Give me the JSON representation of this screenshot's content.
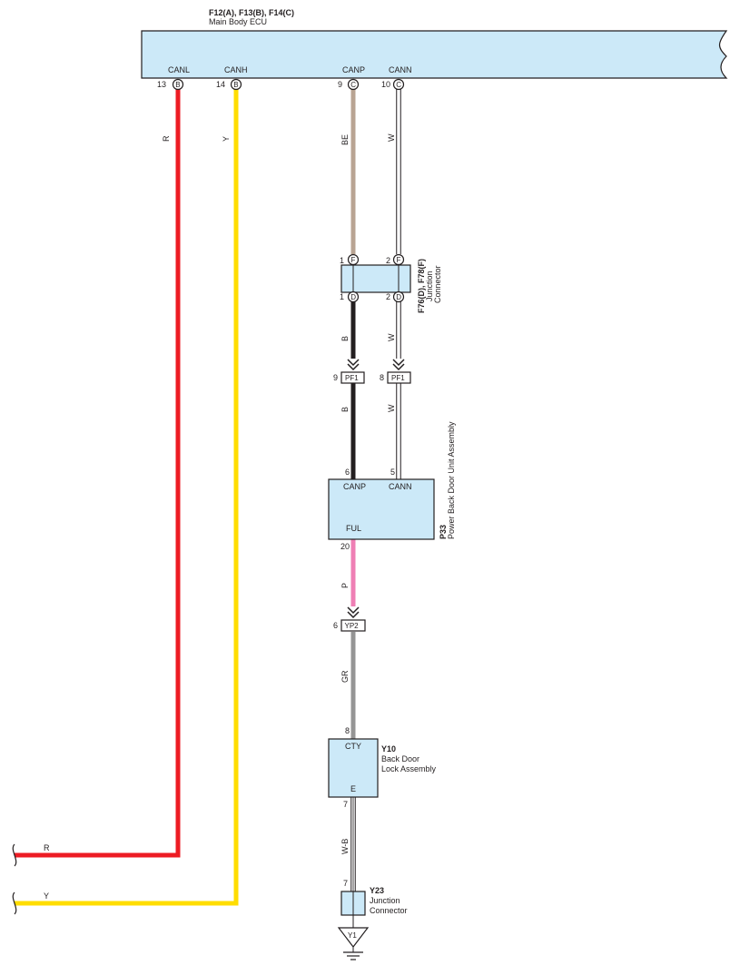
{
  "ecu": {
    "connectors": "F12(A), F13(B), F14(C)",
    "name": "Main Body ECU",
    "pins": [
      {
        "label": "CANL",
        "num": "13",
        "conn": "B"
      },
      {
        "label": "CANH",
        "num": "14",
        "conn": "B"
      },
      {
        "label": "CANP",
        "num": "9",
        "conn": "C"
      },
      {
        "label": "CANN",
        "num": "10",
        "conn": "C"
      }
    ]
  },
  "junction_f76": {
    "connectors": "F76(D), F78(F)",
    "name_line1": "Junction",
    "name_line2": "Connector",
    "top_pins": [
      {
        "num": "1",
        "conn": "F"
      },
      {
        "num": "2",
        "conn": "F"
      }
    ],
    "bottom_pins": [
      {
        "num": "1",
        "conn": "D"
      },
      {
        "num": "2",
        "conn": "D"
      }
    ]
  },
  "pf1": {
    "name": "PF1",
    "left_num": "9",
    "right_num": "8"
  },
  "p33": {
    "code": "P33",
    "name": "Power Back Door Unit Assembly",
    "pins": {
      "canp": "CANP",
      "cann": "CANN",
      "ful": "FUL"
    },
    "pin_nums": {
      "canp": "6",
      "cann": "5",
      "ful": "20"
    }
  },
  "yp2": {
    "name": "YP2",
    "num": "6"
  },
  "y10": {
    "code": "Y10",
    "name_line1": "Back Door",
    "name_line2": "Lock Assembly",
    "pins": {
      "top": "CTY",
      "bottom": "E"
    },
    "pin_nums": {
      "top": "8",
      "bottom": "7"
    }
  },
  "y23": {
    "code": "Y23",
    "name_line1": "Junction",
    "name_line2": "Connector",
    "num": "7"
  },
  "ground": {
    "name": "Y1"
  },
  "wire_colors": {
    "canl": "R",
    "canh": "Y",
    "canp_upper": "BE",
    "cann_upper": "W",
    "canp_mid": "B",
    "cann_mid": "W",
    "canp_lower": "B",
    "cann_lower": "W",
    "ful": "P",
    "gr": "GR",
    "ground_wire": "W-B",
    "left_r": "R",
    "left_y": "Y"
  },
  "colors": {
    "ecu_fill": "#cce9f8",
    "red": "#ed1c24",
    "yellow": "#ffdd00",
    "beige": "#b9a493",
    "black": "#231f20",
    "pink": "#ef7fb5",
    "gray": "#959595"
  }
}
